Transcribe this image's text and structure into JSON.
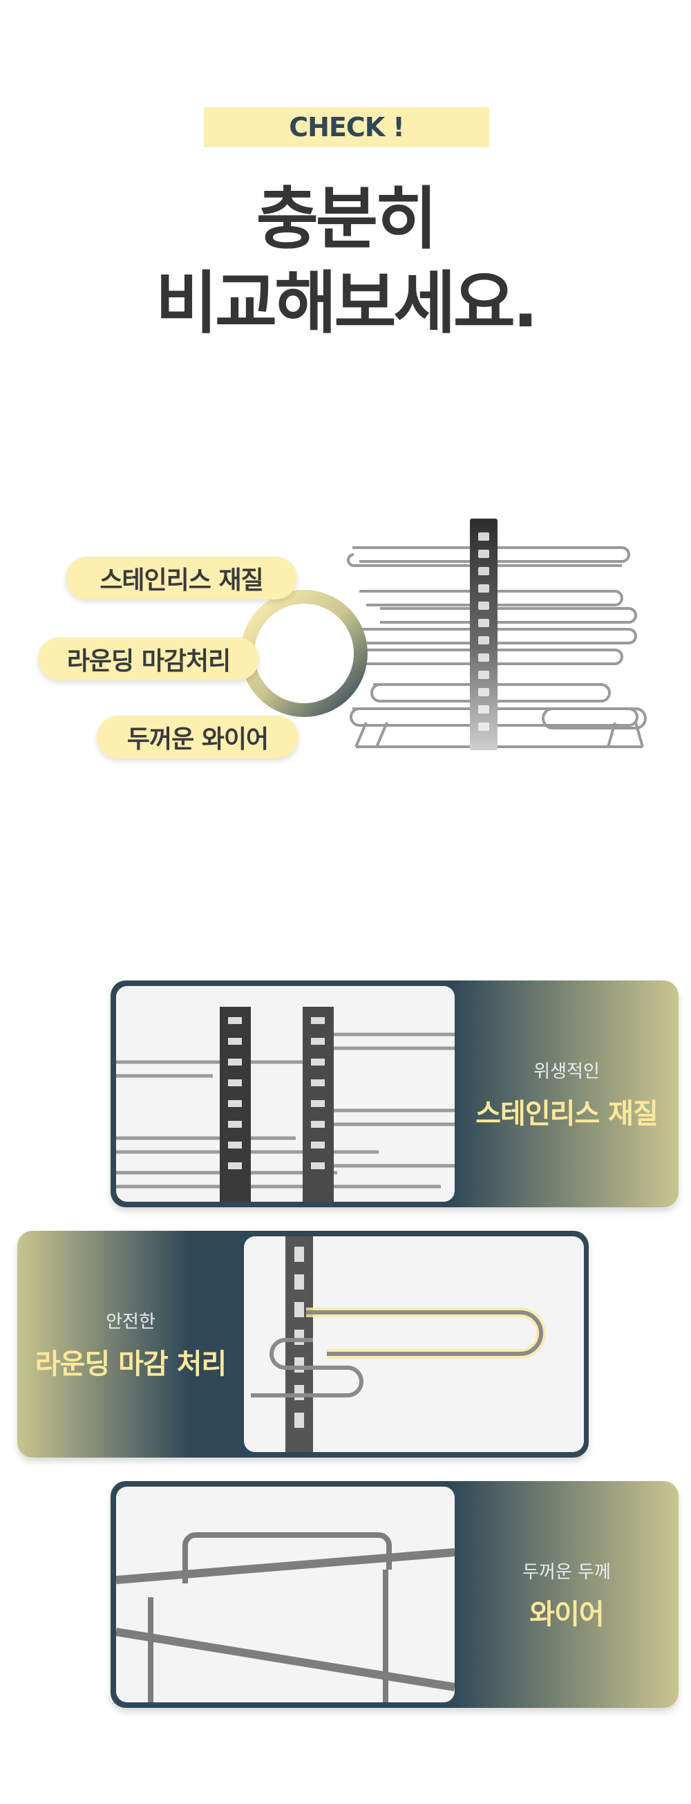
{
  "badge": "CHECK !",
  "headline": {
    "line1": "충분히",
    "line2": "비교해보세요."
  },
  "overview": {
    "labels": [
      "스테인리스 재질",
      "라운딩 마감처리",
      "두꺼운 와이어"
    ]
  },
  "features": [
    {
      "sub": "위생적인",
      "title": "스테인리스 재질"
    },
    {
      "sub": "안전한",
      "title": "라운딩 마감 처리"
    },
    {
      "sub": "두꺼운 두께",
      "title": "와이어"
    }
  ],
  "colors": {
    "navy": "#2f4858",
    "cream": "#fdefb0",
    "khaki": "#c9c58f",
    "gold_text": "#fde99a"
  }
}
